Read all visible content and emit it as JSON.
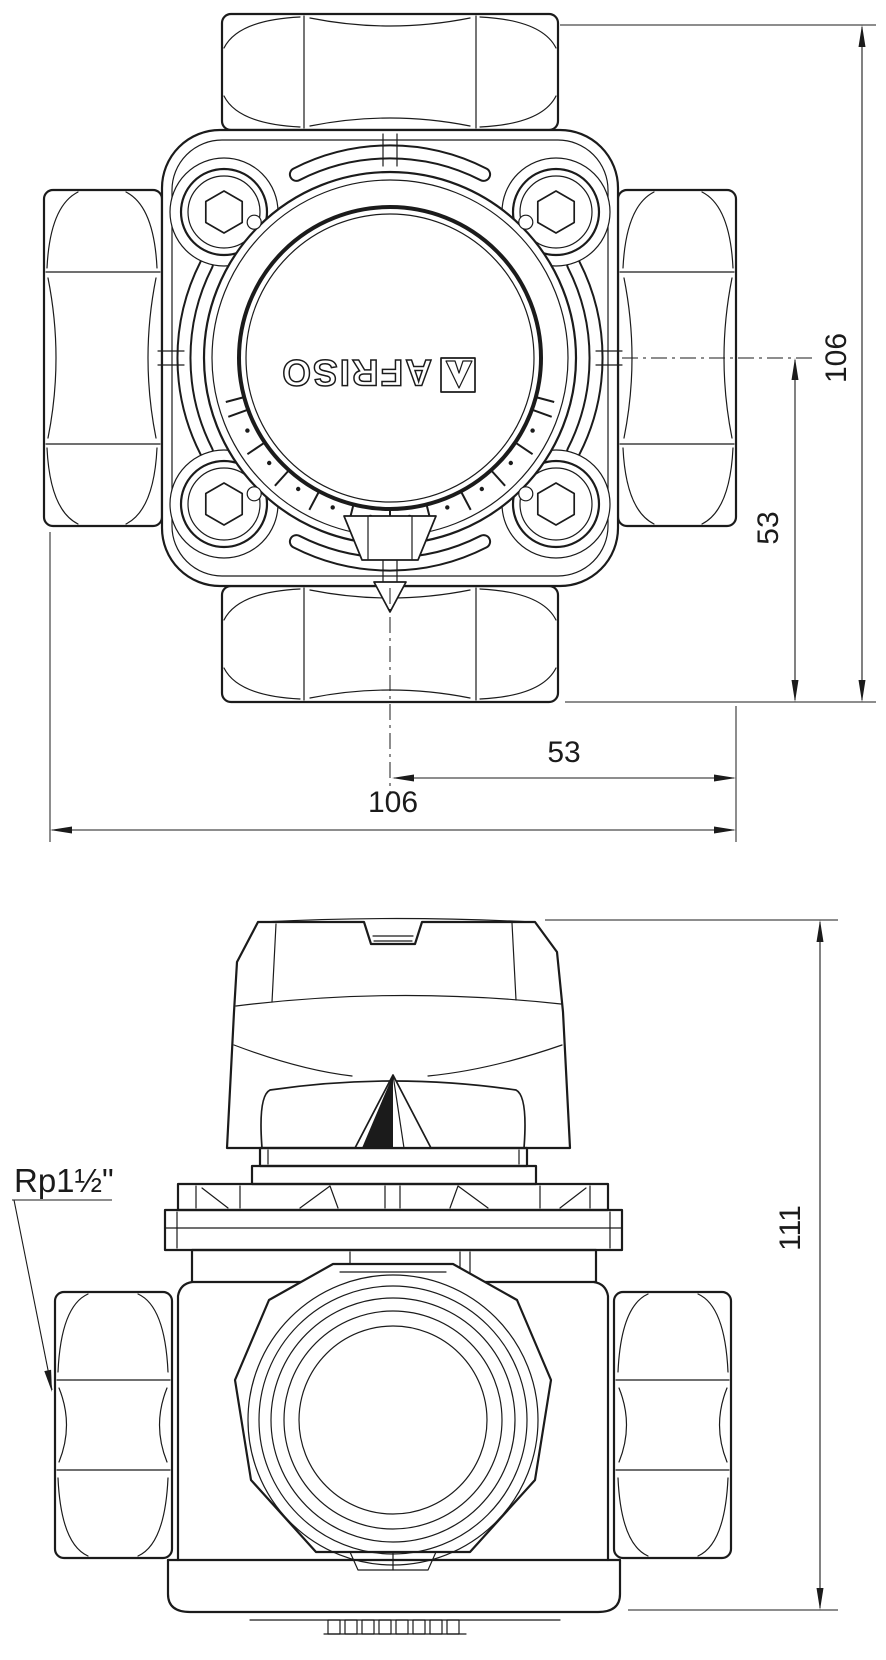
{
  "page": {
    "background": "#ffffff",
    "line_color": "#1b1b1b"
  },
  "brand": {
    "wordmark": "AFRISO"
  },
  "front_view": {
    "dimensions": {
      "total_height": "106",
      "half_height": "53",
      "half_width": "53",
      "total_width": "106"
    }
  },
  "side_view": {
    "thread_label": "Rp1½\"",
    "dimensions": {
      "total_height": "111"
    }
  }
}
